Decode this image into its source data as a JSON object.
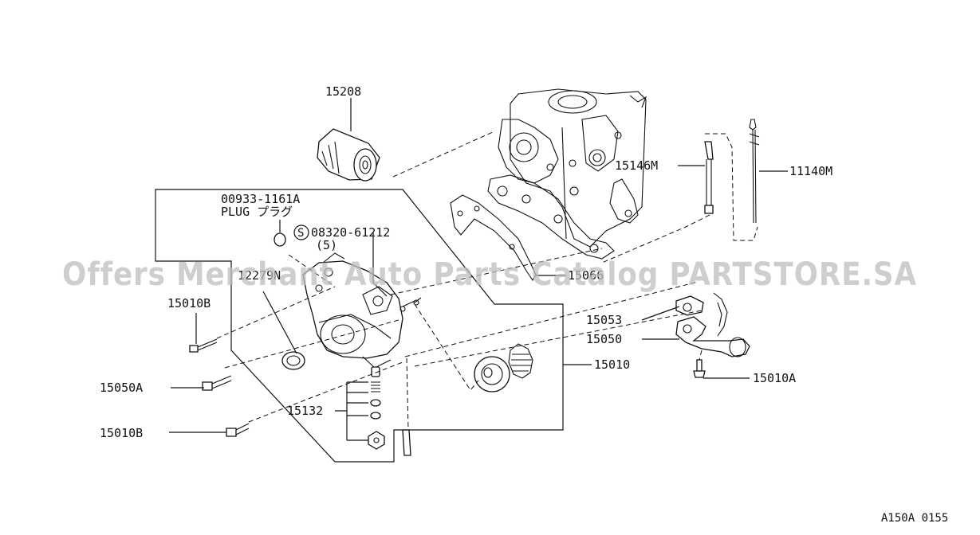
{
  "diagram": {
    "labels": {
      "p15208": "15208",
      "plug_code": "00933-1161A",
      "plug_name": "PLUG プラグ",
      "s_code": "08320-61212",
      "s_qty": "(5)",
      "p15146m": "15146M",
      "p11140m": "11140M",
      "p15066": "15066",
      "p12279n": "12279N",
      "p15010b_top": "15010B",
      "p15053": "15053",
      "p15050": "15050",
      "p15010": "15010",
      "p15050a": "15050A",
      "p15010a": "15010A",
      "p15132": "15132",
      "p15010b_bottom": "15010B"
    },
    "s_mark": "S",
    "watermark": "Offers Merchant Auto Parts Catalog PARTSTORE.SA",
    "footer_code": "A150A 0155"
  }
}
